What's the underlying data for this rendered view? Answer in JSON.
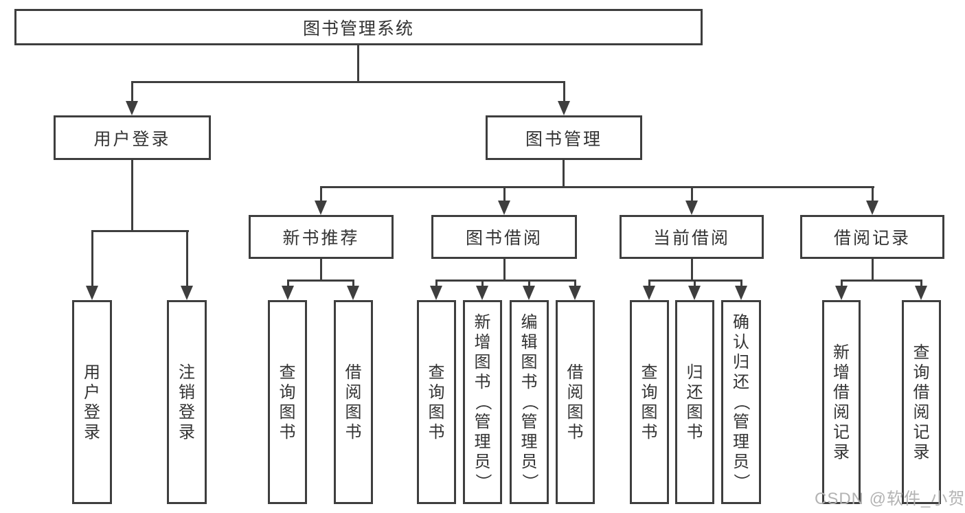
{
  "title": {
    "label": "图书管理系统"
  },
  "watermark": "CSDN @软件_小贺同学",
  "colors": {
    "line": "#3e3e3e",
    "text": "#333333",
    "background": "#ffffff",
    "watermark": "#b3b3b3"
  },
  "tree": {
    "login": {
      "label": "用户登录",
      "children": [
        {
          "label": "用户登录"
        },
        {
          "label": "注销登录"
        }
      ]
    },
    "management": {
      "label": "图书管理",
      "groups": [
        {
          "label": "新书推荐",
          "children": [
            {
              "label": "查询图书"
            },
            {
              "label": "借阅图书"
            }
          ]
        },
        {
          "label": "图书借阅",
          "children": [
            {
              "label": "查询图书"
            },
            {
              "label": "新增图书（管理员）"
            },
            {
              "label": "编辑图书（管理员）"
            },
            {
              "label": "借阅图书"
            }
          ]
        },
        {
          "label": "当前借阅",
          "children": [
            {
              "label": "查询图书"
            },
            {
              "label": "归还图书"
            },
            {
              "label": "确认归还（管理员）"
            }
          ]
        },
        {
          "label": "借阅记录",
          "children": [
            {
              "label": "新增借阅记录"
            },
            {
              "label": "查询借阅记录"
            }
          ]
        }
      ]
    }
  }
}
